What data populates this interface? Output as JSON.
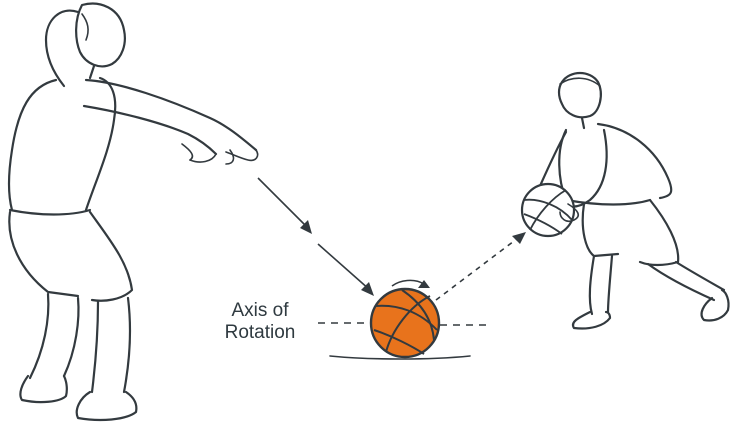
{
  "annotations": {
    "axis_label_line1": "Axis of",
    "axis_label_line2": "Rotation"
  },
  "colors": {
    "ink": "#333a3f",
    "ball_fill": "#e8731c",
    "ball_seam": "#333a3f",
    "background": "#ffffff"
  },
  "figures": {
    "passer": "woman-passer-figure",
    "receiver": "man-receiver-figure",
    "ball": "bouncing-basketball",
    "held_ball": "held-basketball"
  }
}
